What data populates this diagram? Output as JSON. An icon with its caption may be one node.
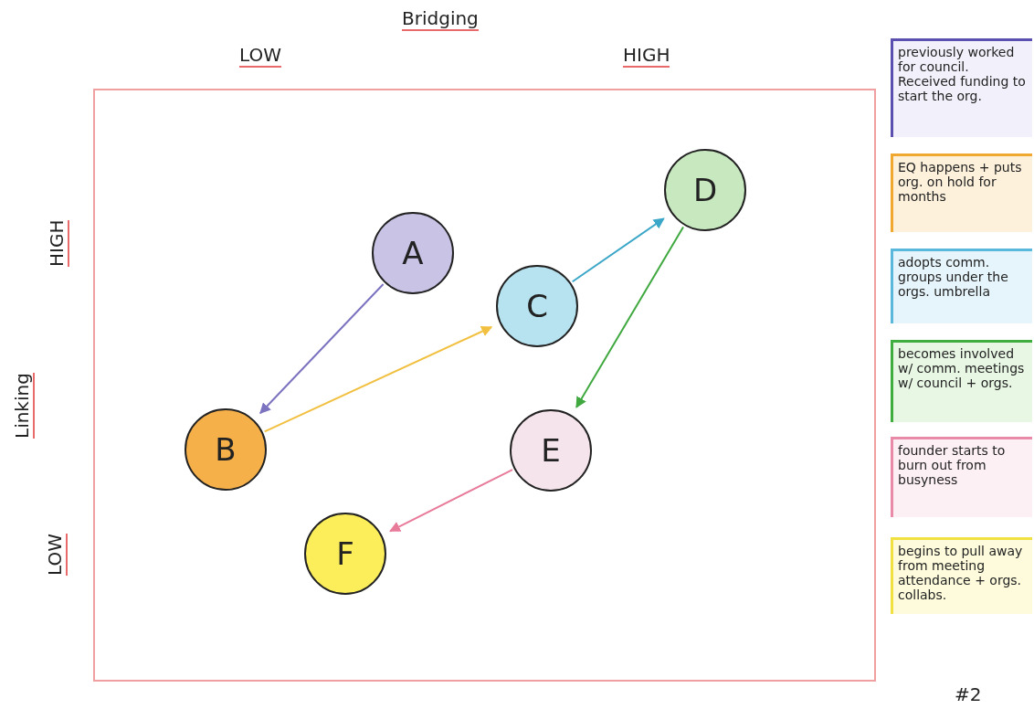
{
  "diagram": {
    "nodes": [
      {
        "text": [
          "A"
        ]
      },
      {
        "text": [
          "B"
        ]
      },
      {
        "text": [
          "C"
        ]
      },
      {
        "text": [
          "D"
        ]
      },
      {
        "text": [
          "E"
        ]
      },
      {
        "text": [
          "F"
        ]
      },
      {
        "text": [
          "previously worked for council. Received funding to start the org."
        ]
      },
      {
        "text": [
          "EQ happens + puts org. on hold for months"
        ]
      },
      {
        "text": [
          "adopts comm. groups under the orgs. umbrella"
        ]
      },
      {
        "text": [
          "becomes involved w/ comm. meetings w/ council + orgs."
        ]
      },
      {
        "text": [
          "founder starts to burn out from busyness"
        ]
      },
      {
        "text": [
          "begins to pull away from meeting attendance + orgs. collabs."
        ]
      }
    ],
    "edges": [
      {
        "from": 0,
        "to": 1,
        "arrow": "to",
        "color": "#7b72c0"
      },
      {
        "from": 1,
        "to": 2,
        "arrow": "to",
        "color": "#f2c040"
      },
      {
        "from": 2,
        "to": 3,
        "arrow": "to",
        "color": "#3aa6c8"
      },
      {
        "from": 3,
        "to": 4,
        "arrow": "to",
        "color": "#3fa83f"
      },
      {
        "from": 4,
        "to": 5,
        "arrow": "to",
        "color": "#e87a9a"
      }
    ],
    "labels": [
      "Bridging",
      "LOW",
      "HIGH",
      "HIGH",
      "Linking",
      "LOW",
      "#2"
    ]
  }
}
